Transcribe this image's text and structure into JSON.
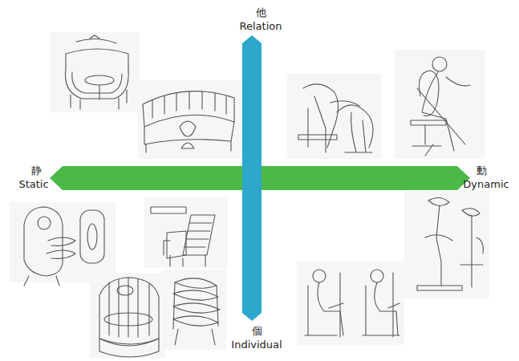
{
  "diagram": {
    "labels": [
      "他",
      "Relation",
      "静",
      "Static",
      "動",
      "Dynamic",
      "個",
      "Individual"
    ]
  }
}
